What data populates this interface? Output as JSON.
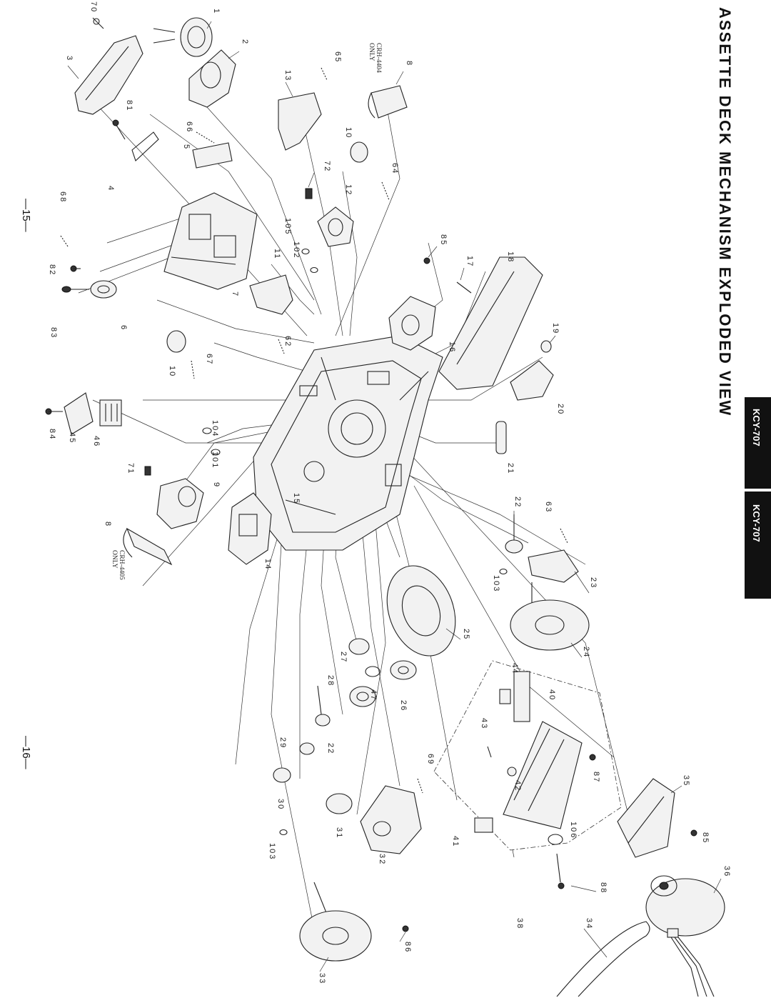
{
  "header": {
    "title": "ASSETTE DECK MECHANISM EXPLODED VIEW",
    "model_tab_left": "KCY-707",
    "model_tab_right": "KCY-707"
  },
  "page_numbers": {
    "left": "—15—",
    "right": "—16—"
  },
  "notes": {
    "crh4404_line1": "CRH-4404",
    "crh4404_line2": "ONLY",
    "crh4405_line1": "CRH-4405",
    "crh4405_line2": "ONLY"
  },
  "callouts": {
    "c1": "1",
    "c2": "2",
    "c3": "3",
    "c4": "4",
    "c5": "5",
    "c6": "6",
    "c7": "7",
    "c8a": "8",
    "c8b": "8",
    "c9": "9",
    "c10a": "10",
    "c10b": "10",
    "c11": "11",
    "c12": "12",
    "c13": "13",
    "c14": "14",
    "c15": "15",
    "c16": "16",
    "c17": "17",
    "c18": "18",
    "c19": "19",
    "c20": "20",
    "c21": "21",
    "c22a": "22",
    "c22b": "22",
    "c23": "23",
    "c24": "24",
    "c25": "25",
    "c26": "26",
    "c27": "27",
    "c28": "28",
    "c29": "29",
    "c30": "30",
    "c31": "31",
    "c32": "32",
    "c33": "33",
    "c34": "34",
    "c35": "35",
    "c36": "36",
    "c38": "38",
    "c40": "40",
    "c41": "41",
    "c42": "42",
    "c43": "43",
    "c44": "44",
    "c45": "45",
    "c46": "46",
    "c47": "47",
    "c62": "62",
    "c63": "63",
    "c64": "64",
    "c65": "65",
    "c66": "66",
    "c67": "67",
    "c68": "68",
    "c69": "69",
    "c70": "70",
    "c71": "71",
    "c72": "72",
    "c81": "81",
    "c82": "82",
    "c83": "83",
    "c84": "84",
    "c85a": "85",
    "c85b": "85",
    "c86": "86",
    "c87": "87",
    "c88": "88",
    "c101": "101",
    "c102": "102",
    "c103a": "103",
    "c103b": "103",
    "c104": "104",
    "c105": "105",
    "c106": "106"
  }
}
